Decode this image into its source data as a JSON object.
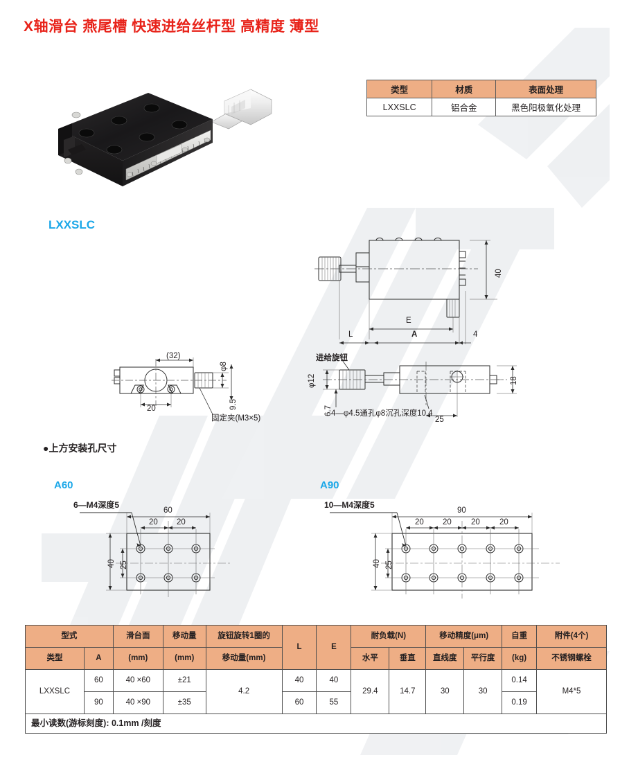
{
  "page": {
    "title": "X轴滑台 燕尾槽 快速进给丝杆型 高精度 薄型",
    "accent_red": "#e8231a",
    "accent_blue": "#1ba7e8",
    "header_orange": "#eeae85"
  },
  "material_table": {
    "headers": [
      "类型",
      "材质",
      "表面处理"
    ],
    "rows": [
      [
        "LXXSLC",
        "铝合金",
        "黑色阳极氧化处理"
      ]
    ]
  },
  "product": {
    "model_label": "LXXSLC",
    "photo_alt": "linear-stage-photo"
  },
  "section_heading": "●上方安装孔尺寸",
  "side_view": {
    "dim_L": "L",
    "dim_E": "E",
    "dim_A": "A",
    "dim_4": "4",
    "dim_40": "40"
  },
  "front_view": {
    "label_knob": "进给旋钮",
    "dim_phi12": "φ12",
    "dim_67": "6.7",
    "note_holes": "4—φ4.5通孔φ8沉孔深度10.4",
    "dim_25": "25",
    "dim_18": "18"
  },
  "end_view": {
    "dim_32": "(32)",
    "dim_phi8": "φ8",
    "dim_20": "20",
    "dim_95": "9.5",
    "label_clamp": "固定夹(M3×5)"
  },
  "hole_pattern_a60": {
    "title": "A60",
    "thread_note": "6—M4深度5",
    "width": "60",
    "pitch": [
      "20",
      "20"
    ],
    "height": "40",
    "inner_height": "25",
    "hole_count": 6
  },
  "hole_pattern_a90": {
    "title": "A90",
    "thread_note": "10—M4深度5",
    "width": "90",
    "pitch": [
      "20",
      "20",
      "20",
      "20"
    ],
    "height": "40",
    "inner_height": "25",
    "hole_count": 10
  },
  "spec_table": {
    "group_headers": {
      "type": "型式",
      "stage_face": "滑台面",
      "travel": "移动量",
      "knob_turn": "旋钮旋转1圈的",
      "L": "L",
      "E": "E",
      "load": "耐负载(N)",
      "accuracy": "移动精度(μm)",
      "weight": "自重",
      "accessory": "附件(4个)"
    },
    "sub_headers": {
      "type_name": "类型",
      "type_A": "A",
      "stage_face_unit": "(mm)",
      "travel_unit": "(mm)",
      "knob_turn_unit": "移动量(mm)",
      "load_h": "水平",
      "load_v": "垂直",
      "acc_straight": "直线度",
      "acc_parallel": "平行度",
      "weight_unit": "(kg)",
      "accessory_sub": "不锈钢螺栓"
    },
    "rows": [
      {
        "type": "LXXSLC",
        "A": "60",
        "stage_face": "40 ×60",
        "travel": "±21",
        "knob_turn": "4.2",
        "L": "40",
        "E": "40",
        "load_h": "29.4",
        "load_v": "14.7",
        "acc_straight": "30",
        "acc_parallel": "30",
        "weight": "0.14",
        "accessory": "M4*5"
      },
      {
        "type": "LXXSLC",
        "A": "90",
        "stage_face": "40 ×90",
        "travel": "±35",
        "knob_turn": "4.2",
        "L": "60",
        "E": "55",
        "load_h": "29.4",
        "load_v": "14.7",
        "acc_straight": "30",
        "acc_parallel": "30",
        "weight": "0.19",
        "accessory": "M4*5"
      }
    ],
    "note": "最小读数(游标刻度): 0.1mm /刻度"
  }
}
